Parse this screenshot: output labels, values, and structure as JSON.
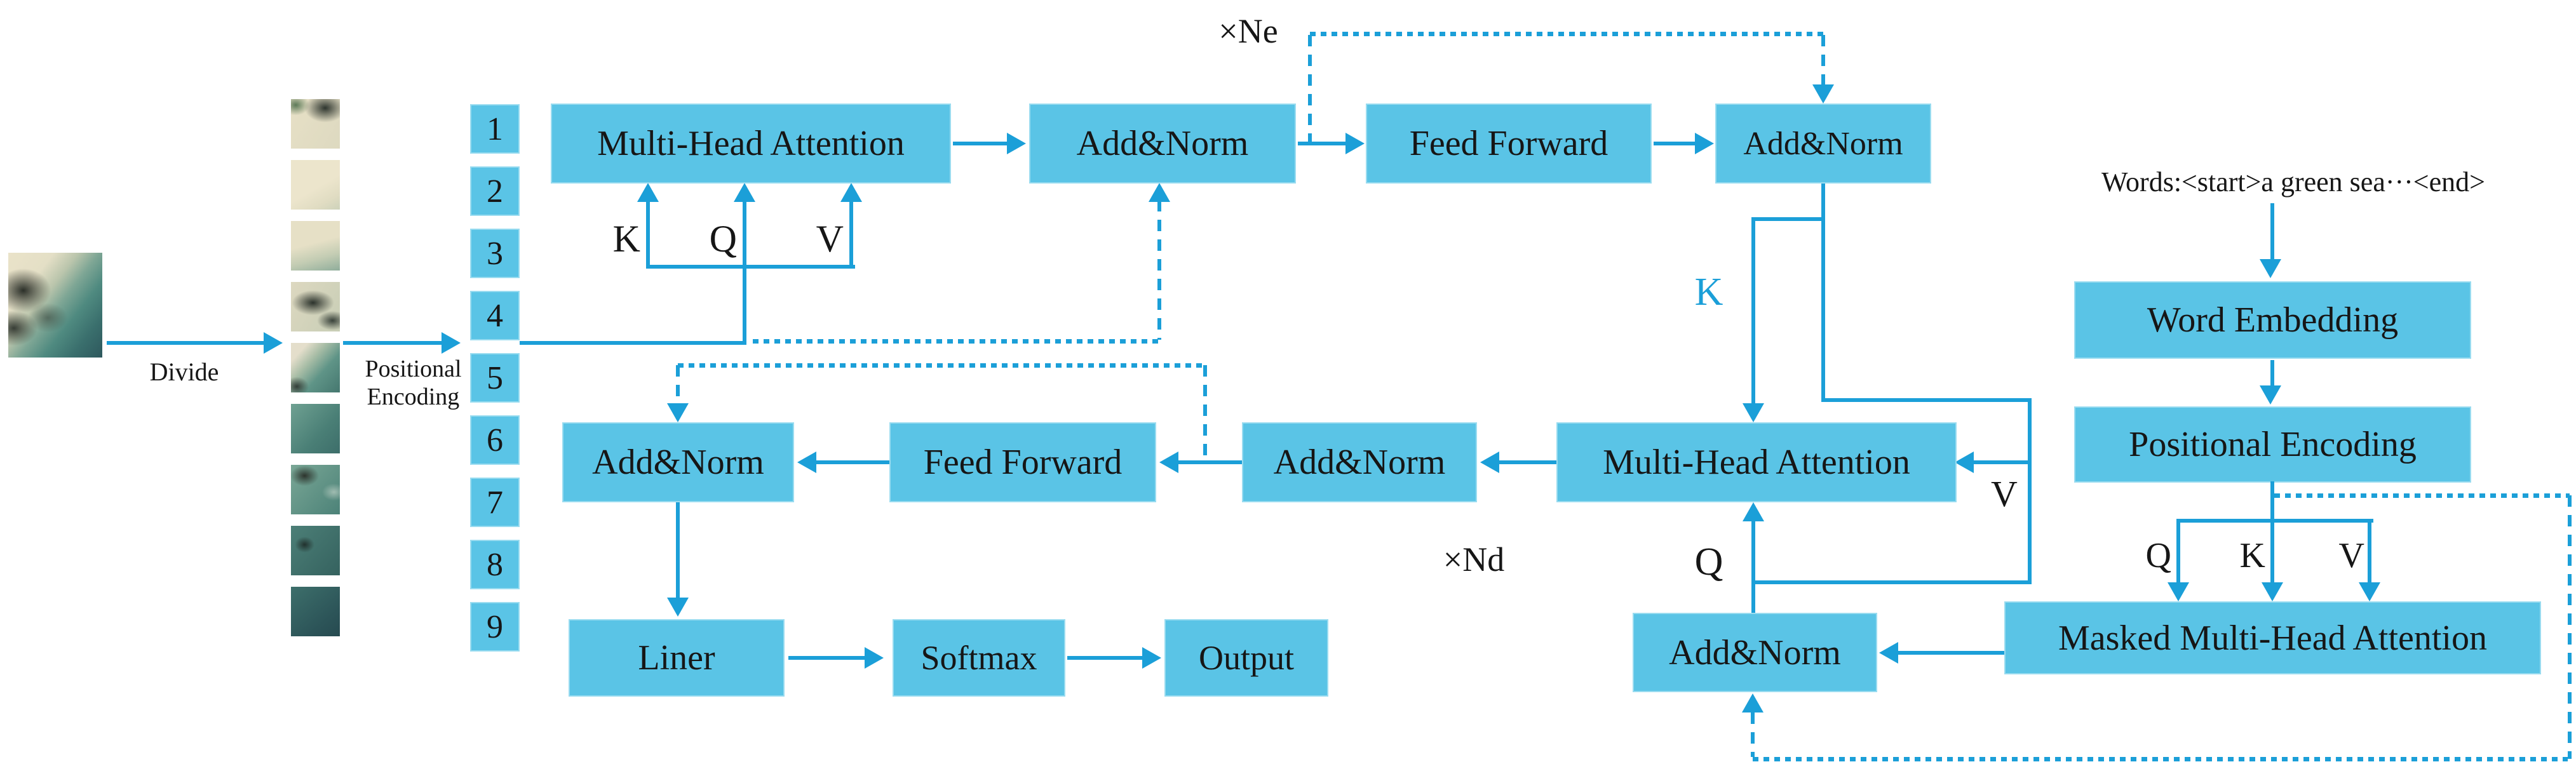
{
  "colors": {
    "box_fill": "#5ac4e6",
    "box_edge": "#9adcf0",
    "arrow_blue": "#1b9fd8",
    "text_dark": "#161616",
    "background": "#ffffff"
  },
  "left": {
    "divide_label": "Divide",
    "positional_encoding_label": "Positional Encoding",
    "patch_numbers": [
      "1",
      "2",
      "3",
      "4",
      "5",
      "6",
      "7",
      "8",
      "9"
    ]
  },
  "encoder": {
    "multiplier_label": "×Ne",
    "mha_label": "Multi-Head Attention",
    "addnorm1_label": "Add&Norm",
    "ff_label": "Feed Forward",
    "addnorm2_label": "Add&Norm",
    "k_label": "K",
    "q_label": "Q",
    "v_label": "V"
  },
  "decoder": {
    "multiplier_label": "×Nd",
    "addnorm_left_label": "Add&Norm",
    "ff_label": "Feed Forward",
    "addnorm_mid_label": "Add&Norm",
    "mha_label": "Multi-Head Attention",
    "k_label": "K",
    "v_label": "V",
    "q_label": "Q",
    "addnorm_bottom_label": "Add&Norm",
    "masked_mha_label": "Masked Multi-Head Attention"
  },
  "output_row": {
    "liner_label": "Liner",
    "softmax_label": "Softmax",
    "output_label": "Output"
  },
  "text_branch": {
    "words_label": "Words:<start>a green sea···<end>",
    "word_embedding_label": "Word Embedding",
    "positional_encoding_label": "Positional Encoding",
    "q_label": "Q",
    "k_label": "K",
    "v_label": "V"
  }
}
